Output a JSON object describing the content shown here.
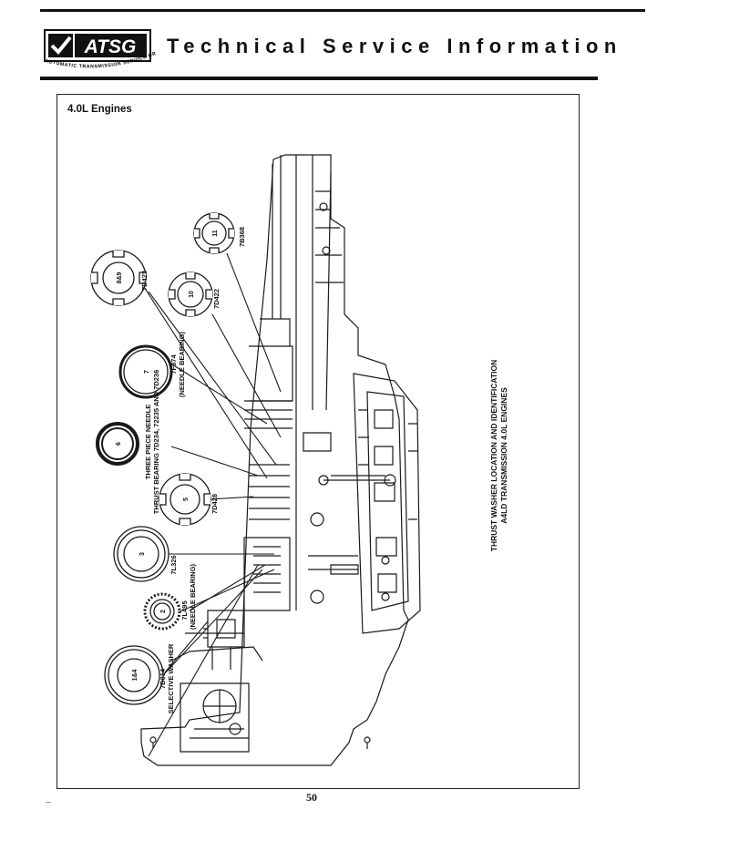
{
  "header": {
    "logo_text": "ATSG",
    "logo_subtext": "AUTOMATIC TRANSMISSION SERVICE GROUP",
    "title": "Technical Service Information"
  },
  "section": {
    "label": "4.0L Engines"
  },
  "figure": {
    "caption_line1": "THRUST WASHER LOCATION AND IDENTIFICATION",
    "caption_line2": "A4LD TRANSMISSION 4.0L ENGINES",
    "washers": [
      {
        "number": "1&4",
        "part": "7D014",
        "note": "SELECTIVE WASHER"
      },
      {
        "number": "2",
        "part": "7L495",
        "note": "(NEEDLE BEARING)"
      },
      {
        "number": "3",
        "part": "7L326",
        "note": ""
      },
      {
        "number": "5",
        "part": "7D428",
        "note": ""
      },
      {
        "number": "6",
        "part": "THREE PIECE NEEDLE",
        "note": "THRUST BEARING 7D234, 72235 AND 7D236"
      },
      {
        "number": "7",
        "part": "7F374",
        "note": "(NEEDLE BEARING)"
      },
      {
        "number": "8&9",
        "part": "7D423",
        "note": ""
      },
      {
        "number": "10",
        "part": "7D422",
        "note": ""
      },
      {
        "number": "11",
        "part": "7B368",
        "note": ""
      }
    ]
  },
  "footer": {
    "page_number": "50"
  }
}
